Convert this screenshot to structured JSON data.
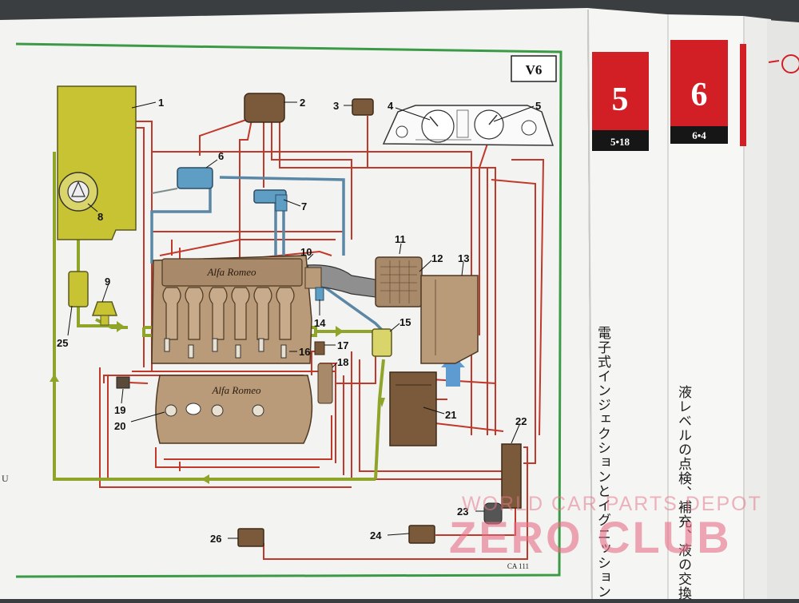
{
  "diagram": {
    "badge": "V6",
    "code": "CA 111",
    "callouts": [
      {
        "n": "1"
      },
      {
        "n": "2"
      },
      {
        "n": "3"
      },
      {
        "n": "4"
      },
      {
        "n": "5"
      },
      {
        "n": "6"
      },
      {
        "n": "7"
      },
      {
        "n": "8"
      },
      {
        "n": "9"
      },
      {
        "n": "10"
      },
      {
        "n": "11"
      },
      {
        "n": "12"
      },
      {
        "n": "13"
      },
      {
        "n": "14"
      },
      {
        "n": "15"
      },
      {
        "n": "16"
      },
      {
        "n": "17"
      },
      {
        "n": "18"
      },
      {
        "n": "19"
      },
      {
        "n": "20"
      },
      {
        "n": "21"
      },
      {
        "n": "22"
      },
      {
        "n": "23"
      },
      {
        "n": "24"
      },
      {
        "n": "25"
      },
      {
        "n": "26"
      }
    ],
    "engine_logo": "Alfa Romeo",
    "plenum_logo": "Alfa Romeo",
    "rear_marker": "U",
    "colors": {
      "fuel": "#8ea52a",
      "air": "#5b87a6",
      "wire": "#c0392b",
      "component": "#7a5a3a",
      "frame": "#3b9a45"
    }
  },
  "tabs": [
    {
      "number": "5",
      "page": "5•18",
      "title": "電子式インジェクションとイグニッション"
    },
    {
      "number": "6",
      "page": "6•4",
      "title": "液レベルの点検、補充、液の交換"
    }
  ],
  "watermark": {
    "line1": "WORLD CAR PARTS DEPOT",
    "line2": "ZERO CLUB"
  }
}
